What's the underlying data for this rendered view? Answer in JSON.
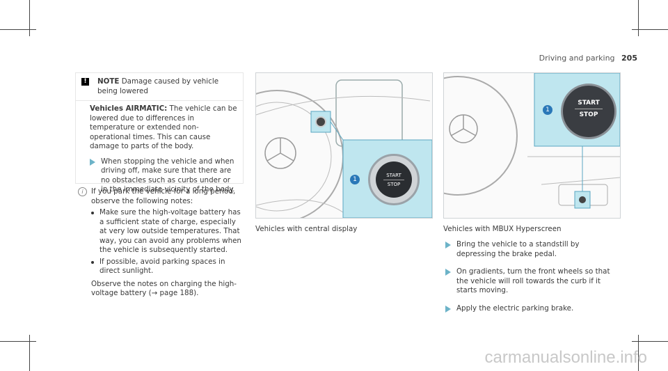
{
  "header": {
    "section": "Driving and parking",
    "page": "205"
  },
  "note": {
    "badge": "!",
    "title": "NOTE",
    "title_rest": "Damage caused by vehicle being lowered",
    "subtitle": "Vehicles AIRMATIC:",
    "body": "The vehicle can be lowered due to differences in temperature or extended non-operational times. This can cause damage to parts of the body.",
    "step": "When stopping the vehicle and when driving off, make sure that there are no obstacles such as curbs under or in the immediate vicinity of the body."
  },
  "info": {
    "icon": "i",
    "intro": "If you park the vehicle for a long period, observe the following notes:",
    "bullets": [
      "Make sure the high-voltage battery has a sufficient state of charge, especially at very low outside temperatures. That way, you can avoid any problems when the vehicle is subsequently started.",
      "If possible, avoid parking spaces in direct sunlight."
    ],
    "footer": "Observe the notes on charging the high-voltage battery (→ page 188)."
  },
  "figures": {
    "left": {
      "caption": "Vehicles with central display",
      "callout": "1",
      "btn_top": "START",
      "btn_bottom": "STOP"
    },
    "right": {
      "caption": "Vehicles with MBUX Hyperscreen",
      "callout": "1",
      "btn_top": "START",
      "btn_bottom": "STOP"
    }
  },
  "steps": [
    "Bring the vehicle to a standstill by depressing the brake pedal.",
    "On gradients, turn the front wheels so that the vehicle will roll towards the curb if it starts moving.",
    "Apply the electric parking brake."
  ],
  "colors": {
    "accent": "#bfe6ef",
    "callout": "#2a78b8",
    "arrow": "#6cb3c8"
  },
  "watermark": "carmanualsonline.info"
}
